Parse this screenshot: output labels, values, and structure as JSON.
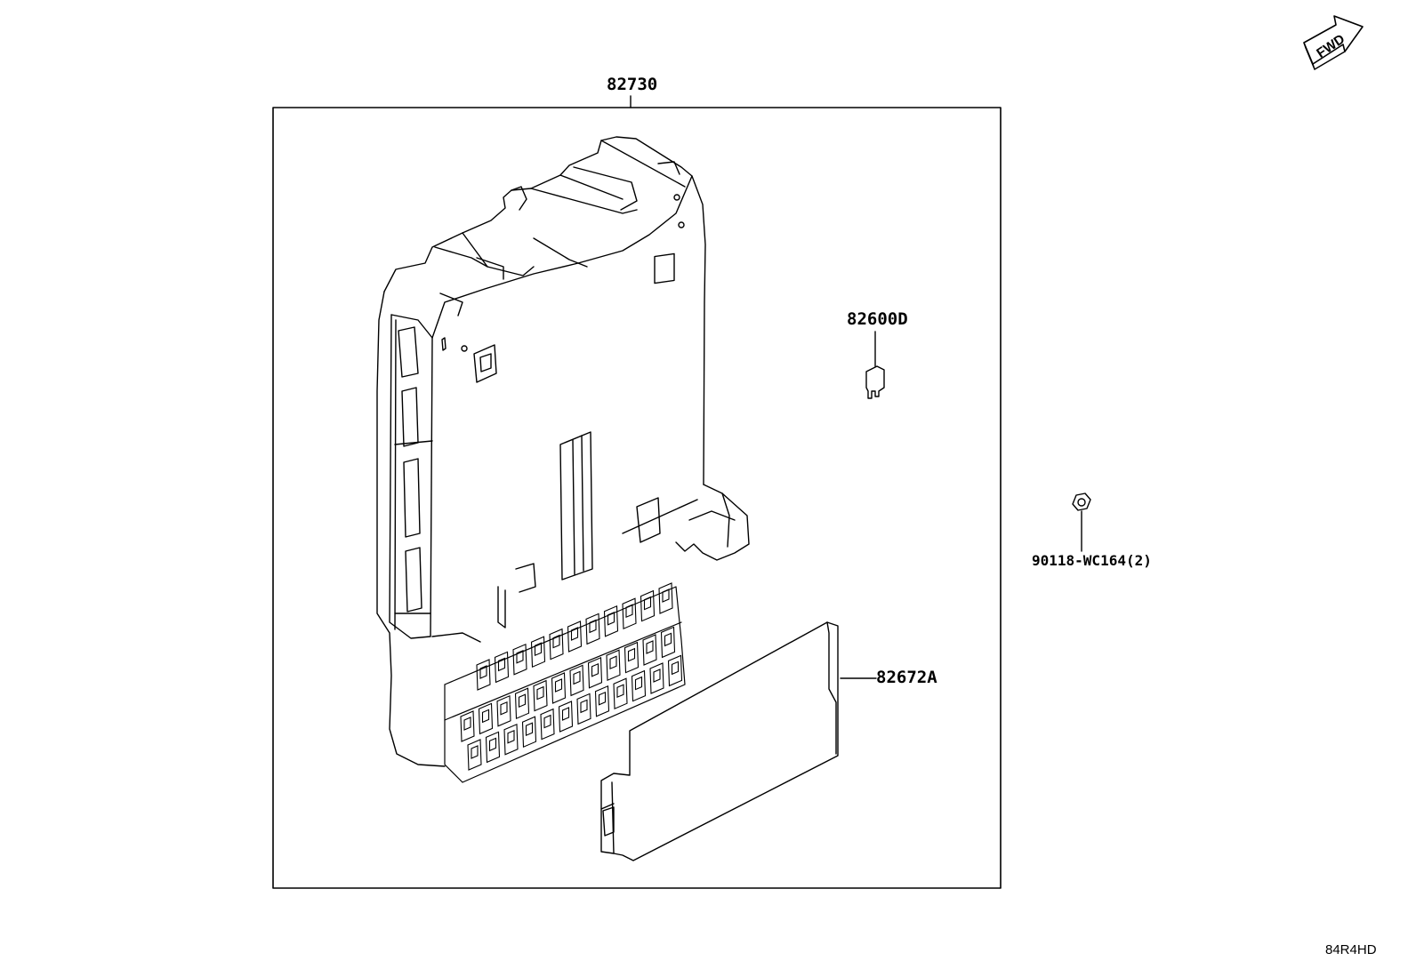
{
  "diagram": {
    "parts": [
      {
        "part_number": "82730",
        "description": "junction block assembly"
      },
      {
        "part_number": "82600D",
        "description": "fuse"
      },
      {
        "part_number": "82672A",
        "description": "junction block cover"
      },
      {
        "part_number": "90118-WC164(2)",
        "description": "nut"
      }
    ],
    "fwd_label": "FWD",
    "diagram_code": "84R4HD",
    "colors": {
      "line": "#000000",
      "background": "#ffffff"
    }
  }
}
